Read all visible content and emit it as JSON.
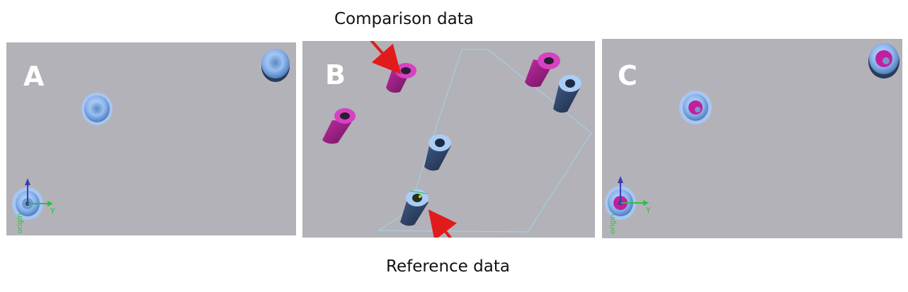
{
  "annotations": {
    "comparison_label": "Comparison data",
    "reference_label": "Reference data"
  },
  "panels": [
    {
      "letter": "A"
    },
    {
      "letter": "B"
    },
    {
      "letter": "C"
    }
  ],
  "colors": {
    "background_panel": "#b3b2b8",
    "comparison_cylinder": "#c0208f",
    "reference_cylinder": "#6ea3e0",
    "arrow": "#e01b1b"
  }
}
